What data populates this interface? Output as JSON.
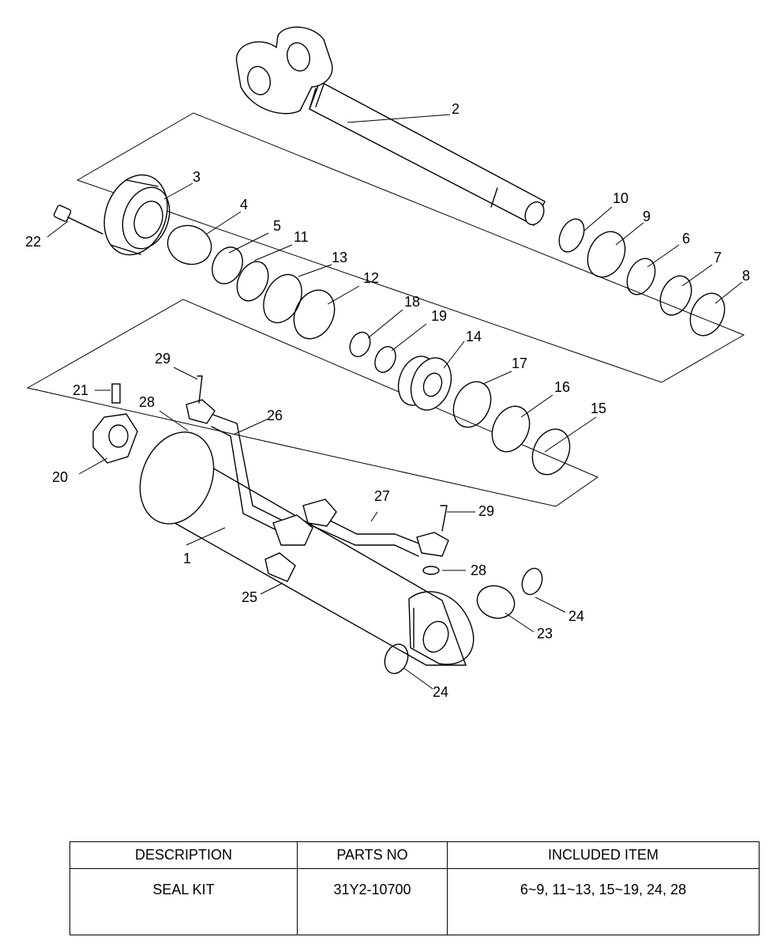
{
  "diagram": {
    "callouts": [
      "1",
      "2",
      "3",
      "4",
      "5",
      "6",
      "7",
      "8",
      "9",
      "10",
      "11",
      "12",
      "13",
      "14",
      "15",
      "16",
      "17",
      "18",
      "19",
      "20",
      "21",
      "22",
      "23",
      "24",
      "24",
      "25",
      "26",
      "27",
      "28",
      "28",
      "29",
      "29"
    ]
  },
  "table": {
    "headers": [
      "DESCRIPTION",
      "PARTS NO",
      "INCLUDED ITEM"
    ],
    "rows": [
      [
        "SEAL KIT",
        "31Y2-10700",
        "6~9, 11~13, 15~19, 24, 28"
      ]
    ]
  }
}
